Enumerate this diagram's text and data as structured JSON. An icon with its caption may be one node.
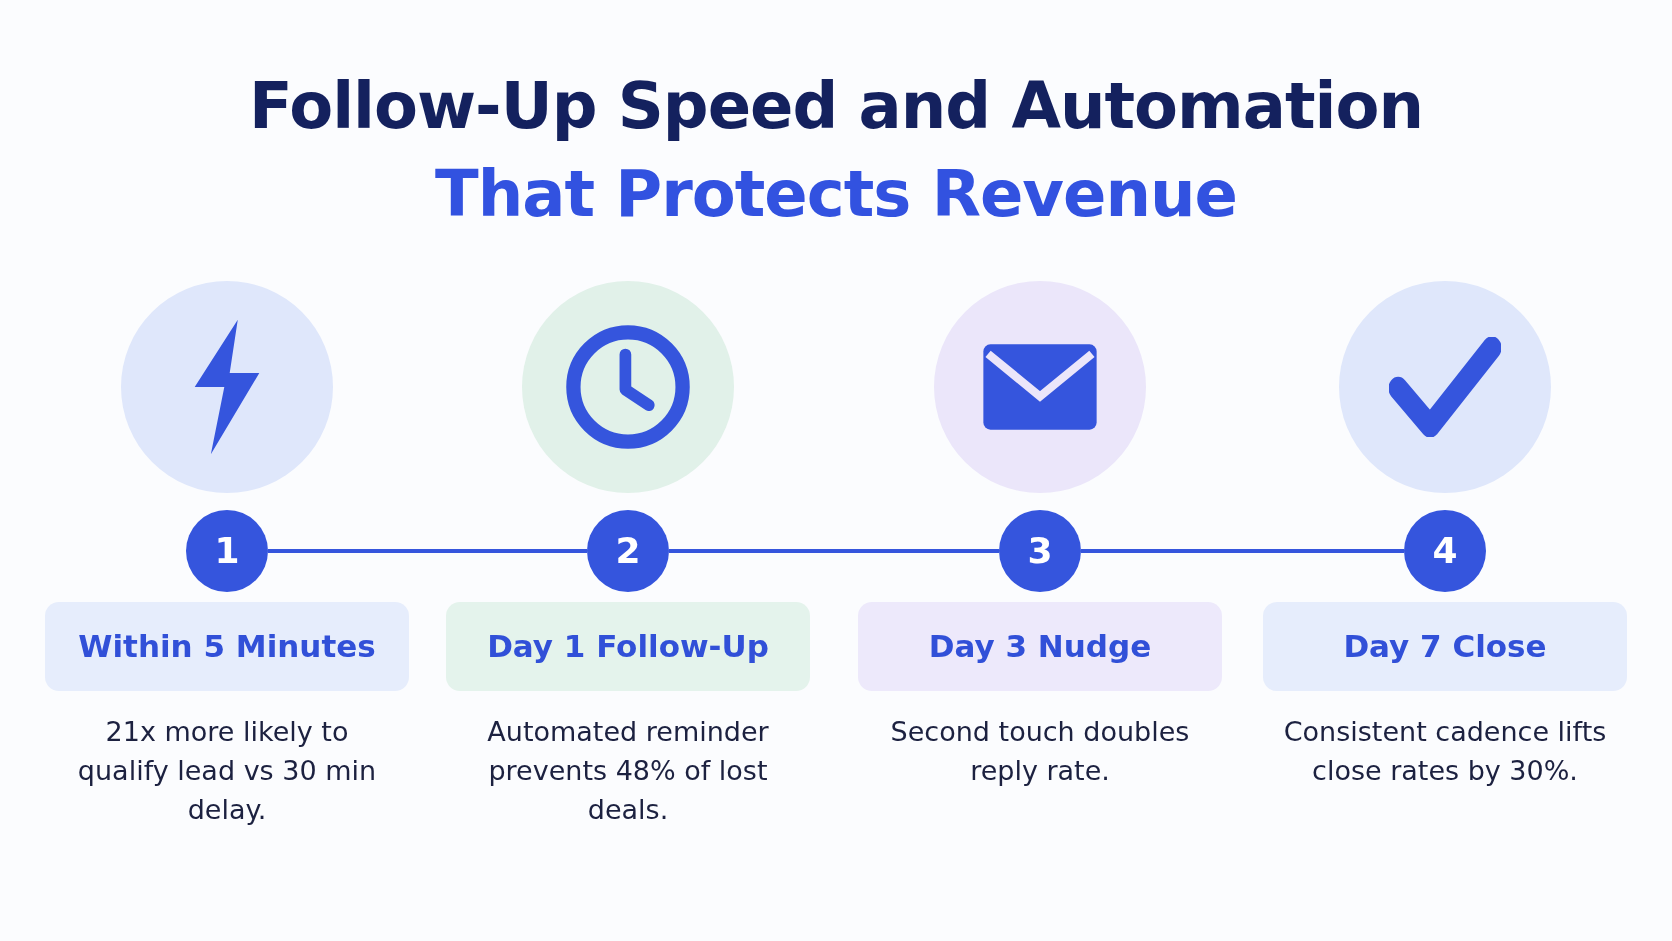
{
  "diagram": {
    "title": "Follow-Up Speed and Automation That Protects Revenue",
    "nodes": [
      {
        "text": [
          "1"
        ]
      },
      {
        "text": [
          "2"
        ]
      },
      {
        "text": [
          "3"
        ]
      },
      {
        "text": [
          "4"
        ]
      },
      {
        "text": [
          "Within 5 Minutes"
        ],
        "beside": [
          "21x more likely to qualify lead vs 30 min delay."
        ]
      },
      {
        "text": [
          "Day 1 Follow-Up"
        ],
        "beside": [
          "Automated reminder prevents 48% of lost deals."
        ]
      },
      {
        "text": [
          "Day 3 Nudge"
        ],
        "beside": [
          "Second touch doubles reply rate."
        ]
      },
      {
        "text": [
          "Day 7 Close"
        ],
        "beside": [
          "Consistent cadence lifts close rates by 30%."
        ]
      }
    ],
    "edges": [
      {
        "from": 0,
        "to": 1,
        "arrow": "none"
      },
      {
        "from": 1,
        "to": 2,
        "arrow": "none"
      },
      {
        "from": 2,
        "to": 3,
        "arrow": "none"
      }
    ]
  }
}
